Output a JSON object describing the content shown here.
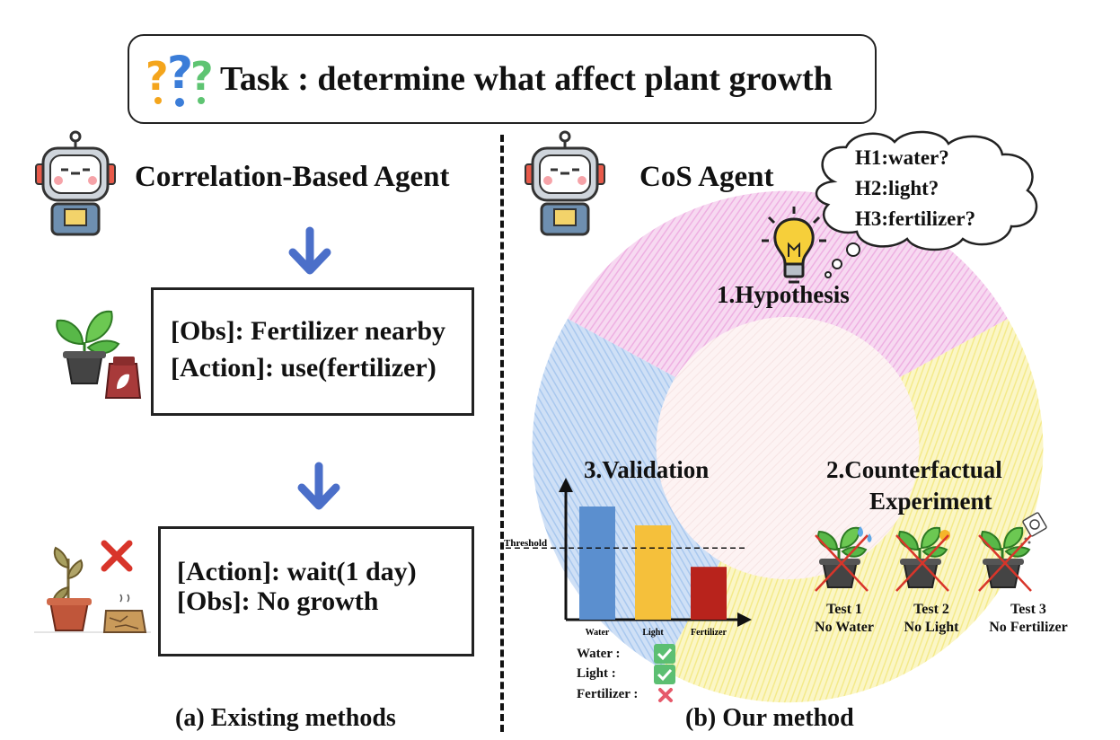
{
  "task": {
    "text": "Task : determine what affect plant growth"
  },
  "left": {
    "agent_title": "Correlation-Based Agent",
    "box1": {
      "line1": "[Obs]: Fertilizer nearby",
      "line2": "[Action]: use(fertilizer)"
    },
    "box2": {
      "line1": "[Action]: wait(1 day)",
      "line2": "[Obs]: No growth"
    },
    "caption": "(a) Existing methods"
  },
  "right": {
    "agent_title": "CoS Agent",
    "hypotheses": [
      "H1:water?",
      "H2:light?",
      "H3:fertilizer?"
    ],
    "stage1": "1.Hypothesis",
    "stage2_line1": "2.Counterfactual",
    "stage2_line2": "Experiment",
    "stage3": "3.Validation",
    "tests": [
      {
        "line1": "Test 1",
        "line2": "No Water"
      },
      {
        "line1": "Test 2",
        "line2": "No Light"
      },
      {
        "line1": "Test 3",
        "line2": "No Fertilizer"
      }
    ],
    "validation": [
      {
        "label": "Water :",
        "status": "check"
      },
      {
        "label": "Light :",
        "status": "check"
      },
      {
        "label": "Fertilizer :",
        "status": "cross"
      }
    ],
    "caption": "(b) Our method"
  },
  "chart_data": {
    "type": "bar",
    "categories": [
      "Water",
      "Light",
      "Fertilizer"
    ],
    "values": [
      0.9,
      0.75,
      0.42
    ],
    "threshold": 0.57,
    "threshold_label": "Threshold",
    "ylim": [
      0,
      1
    ],
    "colors": [
      "#5b8fcf",
      "#f5c03b",
      "#b8231c"
    ]
  },
  "colors": {
    "arrow": "#4b6fc9",
    "cross": "#d8352a",
    "check": "#5cbf72",
    "pink": "#f2b8e6",
    "blue": "#a9c8ee",
    "yellow": "#f7ef9a"
  }
}
